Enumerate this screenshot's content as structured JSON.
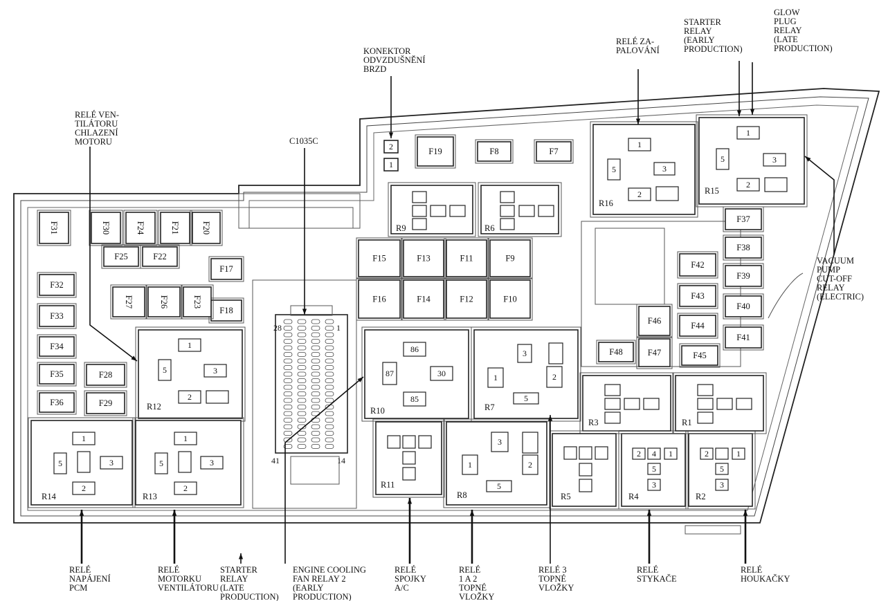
{
  "fuses": [
    "F31",
    "F30",
    "F24",
    "F21",
    "F20",
    "F25",
    "F22",
    "F17",
    "F18",
    "F32",
    "F33",
    "F34",
    "F35",
    "F36",
    "F27",
    "F26",
    "F23",
    "F28",
    "F29",
    "F19",
    "F8",
    "F7",
    "F15",
    "F13",
    "F11",
    "F9",
    "F16",
    "F14",
    "F12",
    "F10",
    "F37",
    "F38",
    "F39",
    "F40",
    "F41",
    "F42",
    "F43",
    "F44",
    "F45",
    "F46",
    "F47",
    "F48"
  ],
  "relays": [
    {
      "id": "R12",
      "pins": [
        "1",
        "5",
        "3",
        "2",
        ""
      ]
    },
    {
      "id": "R14",
      "pins": [
        "1",
        "5",
        "",
        "3",
        "2"
      ]
    },
    {
      "id": "R13",
      "pins": [
        "1",
        "5",
        "",
        "3",
        "2"
      ]
    },
    {
      "id": "R10",
      "pins": [
        "86",
        "87",
        "30",
        "85"
      ]
    },
    {
      "id": "R7",
      "pins": [
        "3",
        "",
        "1",
        "2",
        "5"
      ]
    },
    {
      "id": "R8",
      "pins": [
        "3",
        "",
        "1",
        "2",
        "5"
      ]
    },
    {
      "id": "R16",
      "pins": [
        "1",
        "5",
        "3",
        "2",
        ""
      ]
    },
    {
      "id": "R15",
      "pins": [
        "1",
        "5",
        "3",
        "2",
        ""
      ]
    },
    {
      "id": "R4",
      "pins": [
        "2",
        "4",
        "1",
        "5",
        "3"
      ]
    },
    {
      "id": "R2",
      "pins": [
        "2",
        "",
        "1",
        "5",
        "3"
      ]
    },
    {
      "id": "R9",
      "pins": []
    },
    {
      "id": "R6",
      "pins": []
    },
    {
      "id": "R3",
      "pins": []
    },
    {
      "id": "R1",
      "pins": []
    },
    {
      "id": "R5",
      "pins": []
    },
    {
      "id": "R11",
      "pins": []
    }
  ],
  "connector": {
    "label": "C1035C",
    "pins": [
      "28",
      "1",
      "41",
      "14"
    ]
  },
  "brake_connector": {
    "pins": [
      "2",
      "1"
    ]
  },
  "callouts": [
    {
      "lines": [
        "RELÉ VEN-",
        "TILÁTORU",
        "CHLAZENÍ",
        "MOTORU"
      ]
    },
    {
      "lines": [
        "C1035C"
      ]
    },
    {
      "lines": [
        "KONEKTOR",
        "ODVZDUŠNĚNÍ",
        "BRZD"
      ]
    },
    {
      "lines": [
        "RELÉ ZA-",
        "PALOVÁNÍ"
      ]
    },
    {
      "lines": [
        "STARTER",
        "RELAY",
        "(EARLY",
        "PRODUCTION)"
      ]
    },
    {
      "lines": [
        "GLOW",
        "PLUG",
        "RELAY",
        "(LATE",
        "PRODUCTION)"
      ]
    },
    {
      "lines": [
        "VACUUM",
        "PUMP",
        "CUT-OFF",
        "RELAY",
        "(ELECTRIC)"
      ]
    },
    {
      "lines": [
        "RELÉ",
        "NAPÁJENÍ",
        "PCM"
      ]
    },
    {
      "lines": [
        "RELÉ",
        "MOTORKU",
        "VENTILÁTORU"
      ]
    },
    {
      "lines": [
        "STARTER",
        "RELAY",
        "(LATE",
        "PRODUCTION)"
      ]
    },
    {
      "lines": [
        "ENGINE COOLING",
        "FAN RELAY 2",
        "(EARLY",
        "PRODUCTION)"
      ]
    },
    {
      "lines": [
        "RELÉ",
        "SPOJKY",
        "A/C"
      ]
    },
    {
      "lines": [
        "RELÉ",
        "1 A 2",
        "TOPNÉ",
        "VLOŽKY"
      ]
    },
    {
      "lines": [
        "RELÉ 3",
        "TOPNÉ",
        "VLOŽKY"
      ]
    },
    {
      "lines": [
        "RELÉ",
        "STYKAČE"
      ]
    },
    {
      "lines": [
        "RELÉ",
        "HOUKAČKY"
      ]
    }
  ]
}
